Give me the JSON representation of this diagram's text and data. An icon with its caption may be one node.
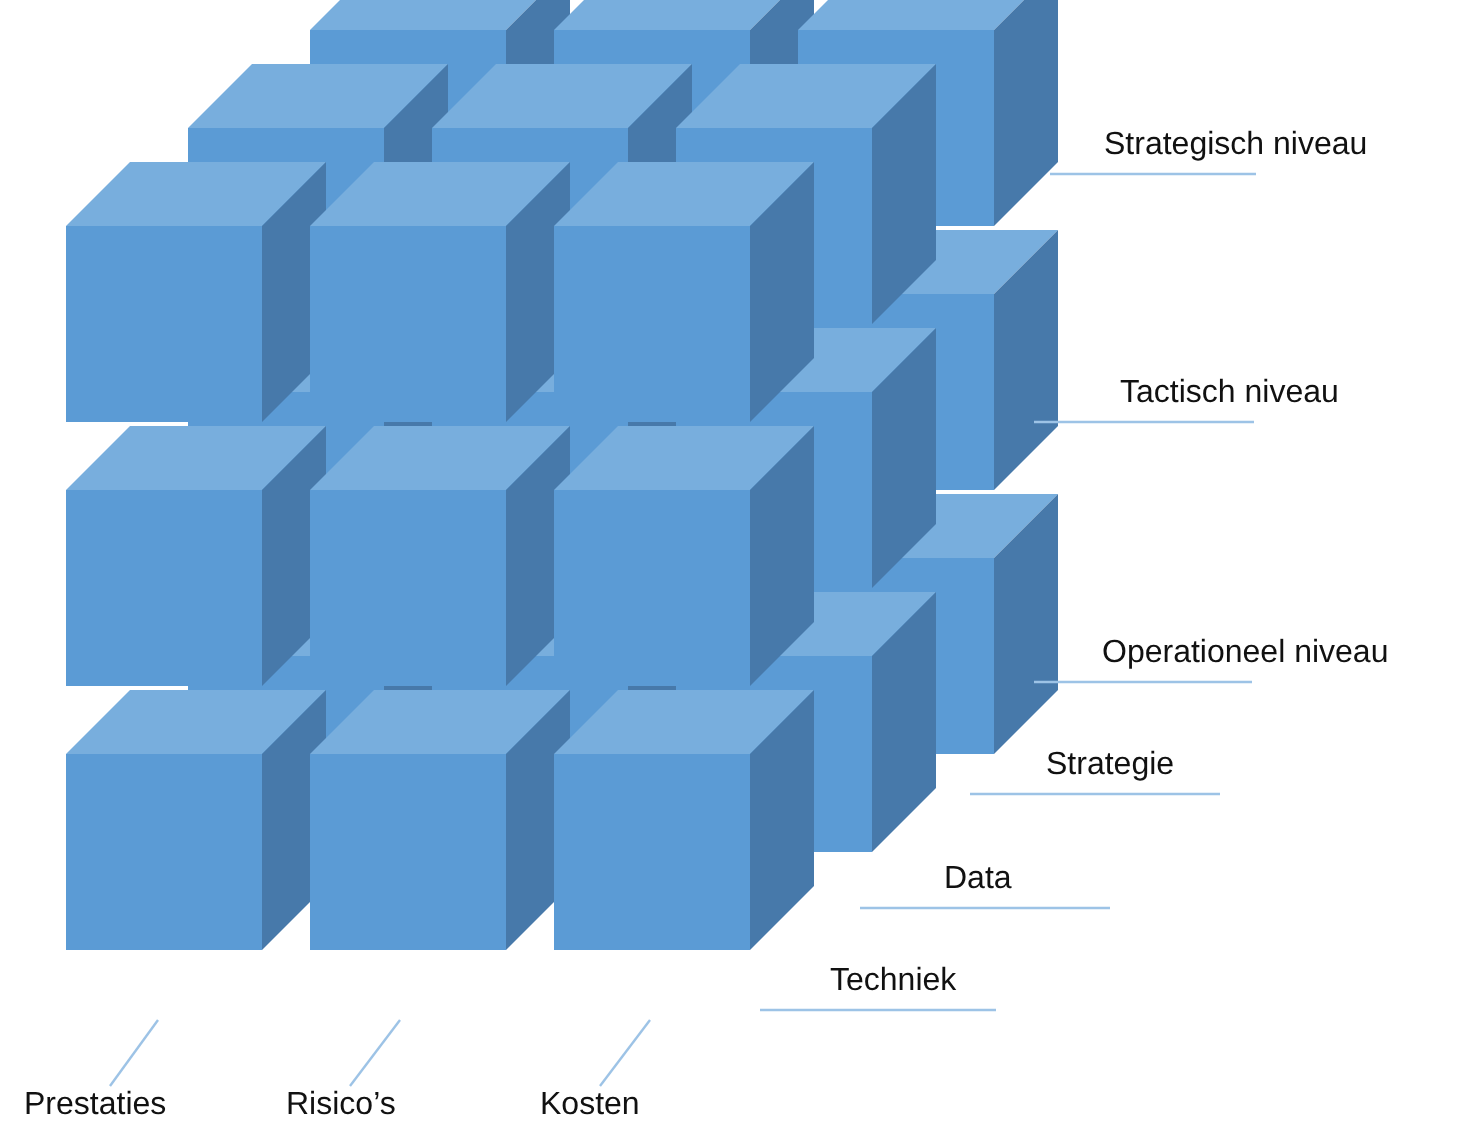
{
  "diagram": {
    "nodes": [
      {
        "text": [
          "Strategisch niveau"
        ]
      },
      {
        "text": [
          "Tactisch niveau"
        ]
      },
      {
        "text": [
          "Operationeel niveau"
        ]
      },
      {
        "text": [
          "Strategie"
        ]
      },
      {
        "text": [
          "Data"
        ]
      },
      {
        "text": [
          "Techniek"
        ]
      },
      {
        "text": [
          "Prestaties"
        ]
      },
      {
        "text": [
          "Risico’s"
        ]
      },
      {
        "text": [
          "Kosten"
        ]
      }
    ],
    "edges": [
      {
        "from": 0,
        "to": null,
        "arrow": "none"
      },
      {
        "from": 1,
        "to": null,
        "arrow": "none"
      },
      {
        "from": 2,
        "to": null,
        "arrow": "none"
      },
      {
        "from": 3,
        "to": null,
        "arrow": "none"
      },
      {
        "from": 4,
        "to": null,
        "arrow": "none"
      },
      {
        "from": 5,
        "to": null,
        "arrow": "none"
      },
      {
        "from": 6,
        "to": null,
        "arrow": "none"
      },
      {
        "from": 7,
        "to": null,
        "arrow": "none"
      },
      {
        "from": 8,
        "to": null,
        "arrow": "none"
      }
    ]
  }
}
